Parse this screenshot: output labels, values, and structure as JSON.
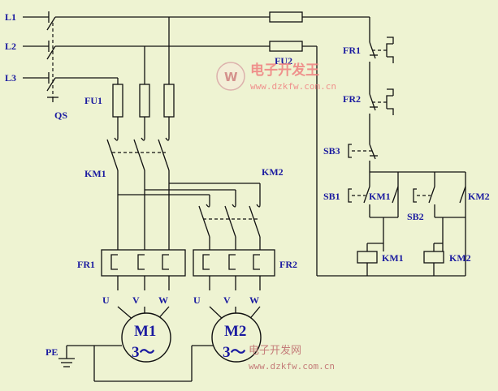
{
  "labels": {
    "L1": "L1",
    "L2": "L2",
    "L3": "L3",
    "QS": "QS",
    "FU1": "FU1",
    "FU2": "FU2",
    "KM1_main": "KM1",
    "KM2_main": "KM2",
    "FR1_main": "FR1",
    "FR2_main": "FR2",
    "U1": "U",
    "V1": "V",
    "W1": "W",
    "U2": "U",
    "V2": "V",
    "W2": "W",
    "PE": "PE",
    "FR1_ctrl": "FR1",
    "FR2_ctrl": "FR2",
    "SB3": "SB3",
    "SB1": "SB1",
    "SB2": "SB2",
    "KM1_aux": "KM1",
    "KM2_aux": "KM2",
    "KM1_coil": "KM1",
    "KM2_coil": "KM2"
  },
  "motors": {
    "m1_name": "M1",
    "m1_phase": "3～",
    "m2_name": "M2",
    "m2_phase": "3～"
  },
  "watermark": {
    "title": "电子开发王",
    "url": "www.dzkfw.com.cn",
    "footer_title": "电子开发网",
    "footer_url": "www.dzkfw.com.cn",
    "logo_letter": "W"
  },
  "colors": {
    "background": "#eef3d2",
    "label": "#1a1aa0",
    "wire": "#111111",
    "watermark": "#f08080"
  }
}
